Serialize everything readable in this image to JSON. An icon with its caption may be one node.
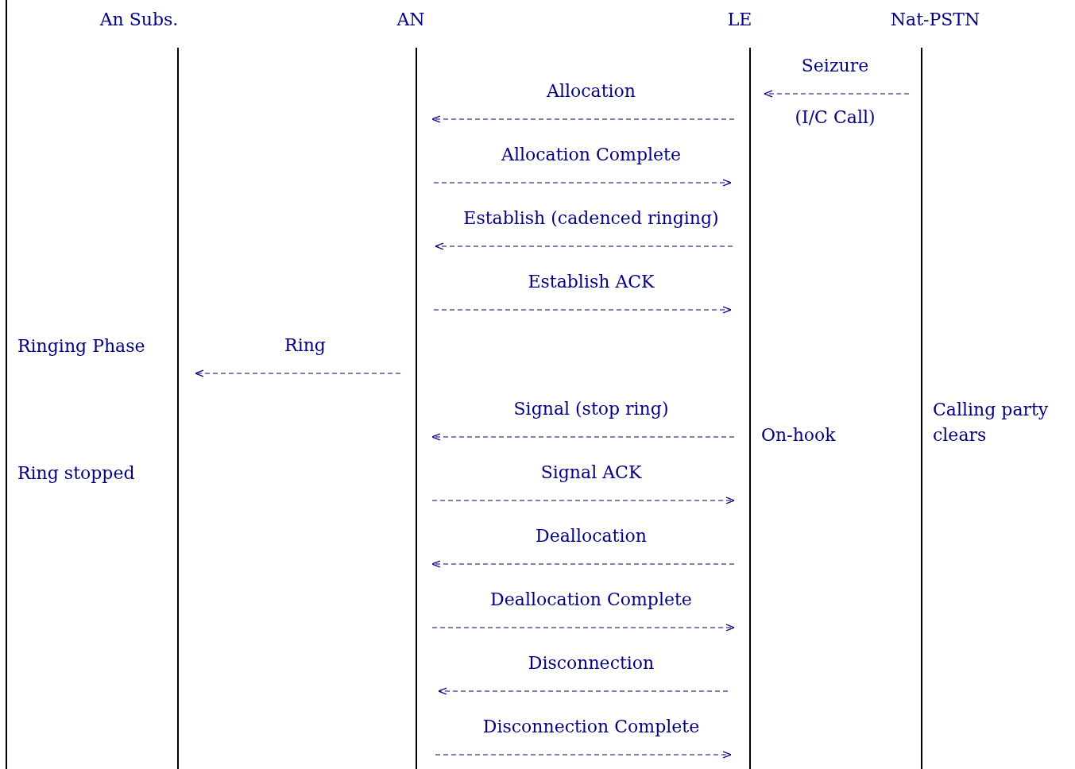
{
  "diagram": {
    "nodes": [
      {
        "text": [
          "An Subs."
        ]
      },
      {
        "text": [
          "AN"
        ]
      },
      {
        "text": [
          "LE"
        ]
      },
      {
        "text": [
          "Nat-PSTN"
        ]
      }
    ],
    "edges": [
      {
        "from": 3,
        "to": 2,
        "arrow": "to",
        "label": "Seizure",
        "style": "dashed"
      },
      {
        "from": 2,
        "to": 1,
        "arrow": "to",
        "label": "Allocation",
        "style": "dashed"
      },
      {
        "from": 1,
        "to": 2,
        "arrow": "to",
        "label": "Allocation Complete",
        "style": "dashed"
      },
      {
        "from": 2,
        "to": 1,
        "arrow": "to",
        "label": "Establish (cadenced ringing)",
        "style": "dashed"
      },
      {
        "from": 1,
        "to": 2,
        "arrow": "to",
        "label": "Establish ACK",
        "style": "dashed"
      },
      {
        "from": 1,
        "to": 0,
        "arrow": "to",
        "label": "Ring",
        "style": "dashed"
      },
      {
        "from": 2,
        "to": 1,
        "arrow": "to",
        "label": "Signal (stop ring)",
        "style": "dashed"
      },
      {
        "from": 1,
        "to": 2,
        "arrow": "to",
        "label": "Signal ACK",
        "style": "dashed"
      },
      {
        "from": 2,
        "to": 1,
        "arrow": "to",
        "label": "Deallocation",
        "style": "dashed"
      },
      {
        "from": 1,
        "to": 2,
        "arrow": "to",
        "label": "Deallocation Complete",
        "style": "dashed"
      },
      {
        "from": 2,
        "to": 1,
        "arrow": "to",
        "label": "Disconnection",
        "style": "dashed"
      },
      {
        "from": 1,
        "to": 2,
        "arrow": "to",
        "label": "Disconnection Complete",
        "style": "dashed"
      }
    ],
    "labels": [
      "(I/C Call)",
      "Ringing Phase",
      "Calling party clears",
      "On-hook",
      "Ring stopped"
    ]
  }
}
